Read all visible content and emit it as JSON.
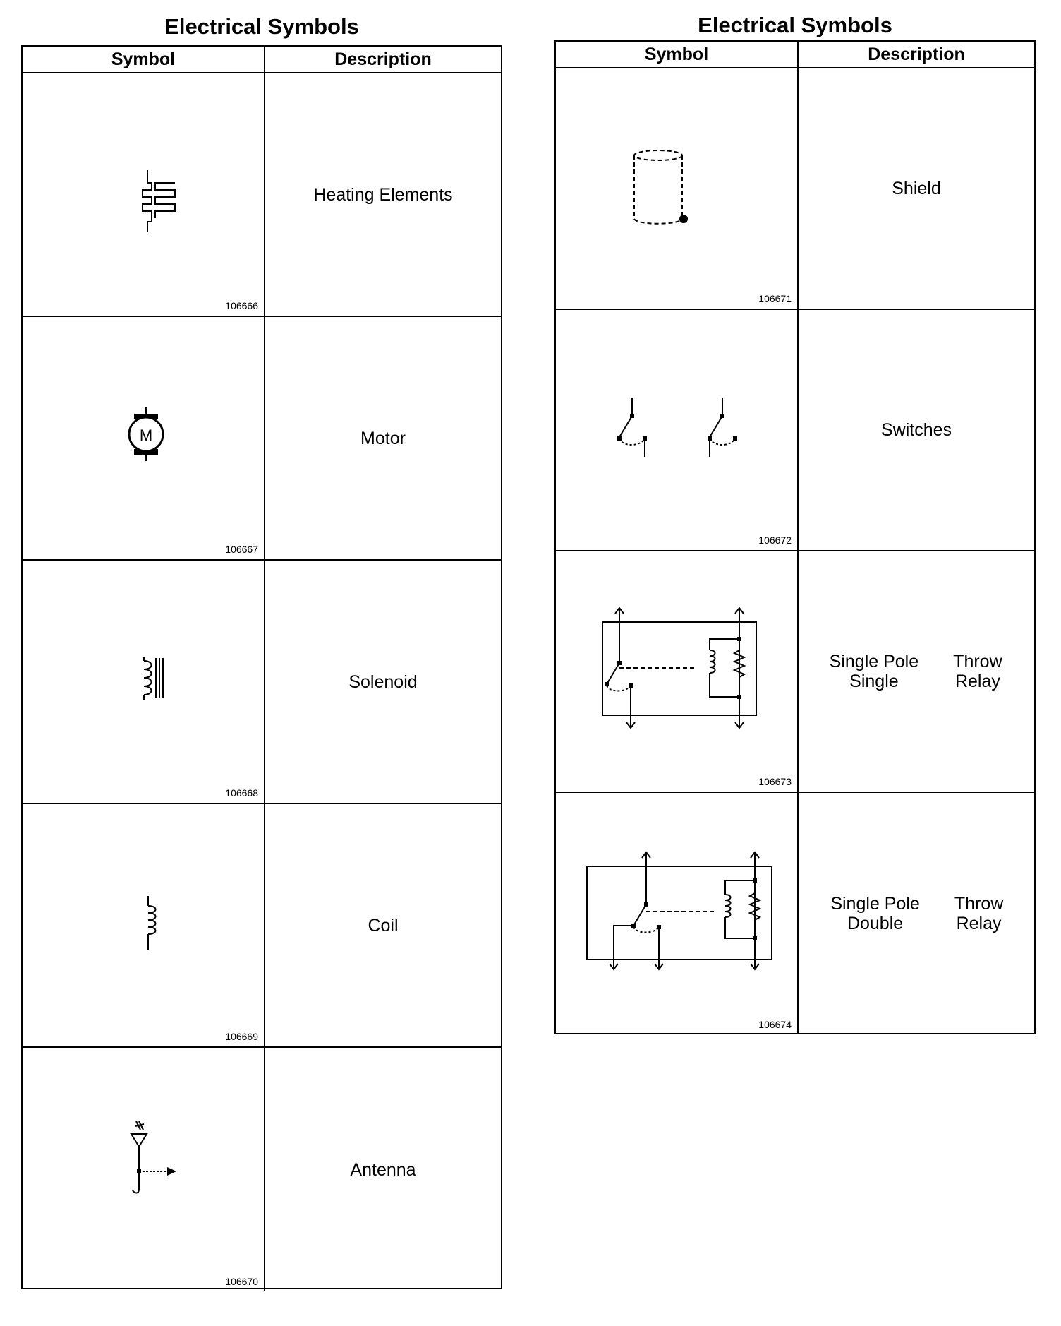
{
  "left": {
    "title": "Electrical Symbols",
    "headers": {
      "symbol": "Symbol",
      "description": "Description"
    },
    "rows": [
      {
        "icon": "heating-element-icon",
        "figure": "106666",
        "description": [
          "Heating Elements"
        ]
      },
      {
        "icon": "motor-icon",
        "figure": "106667",
        "description": [
          "Motor"
        ],
        "symbol_text": "M"
      },
      {
        "icon": "solenoid-icon",
        "figure": "106668",
        "description": [
          "Solenoid"
        ]
      },
      {
        "icon": "coil-icon",
        "figure": "106669",
        "description": [
          "Coil"
        ]
      },
      {
        "icon": "antenna-icon",
        "figure": "106670",
        "description": [
          "Antenna"
        ]
      }
    ]
  },
  "right": {
    "title": "Electrical Symbols",
    "headers": {
      "symbol": "Symbol",
      "description": "Description"
    },
    "rows": [
      {
        "icon": "shield-icon",
        "figure": "106671",
        "description": [
          "Shield"
        ]
      },
      {
        "icon": "switches-icon",
        "figure": "106672",
        "description": [
          "Switches"
        ]
      },
      {
        "icon": "spst-relay-icon",
        "figure": "106673",
        "description": [
          "Single Pole Single",
          "Throw Relay"
        ]
      },
      {
        "icon": "spdt-relay-icon",
        "figure": "106674",
        "description": [
          "Single Pole Double",
          "Throw Relay"
        ]
      }
    ]
  }
}
